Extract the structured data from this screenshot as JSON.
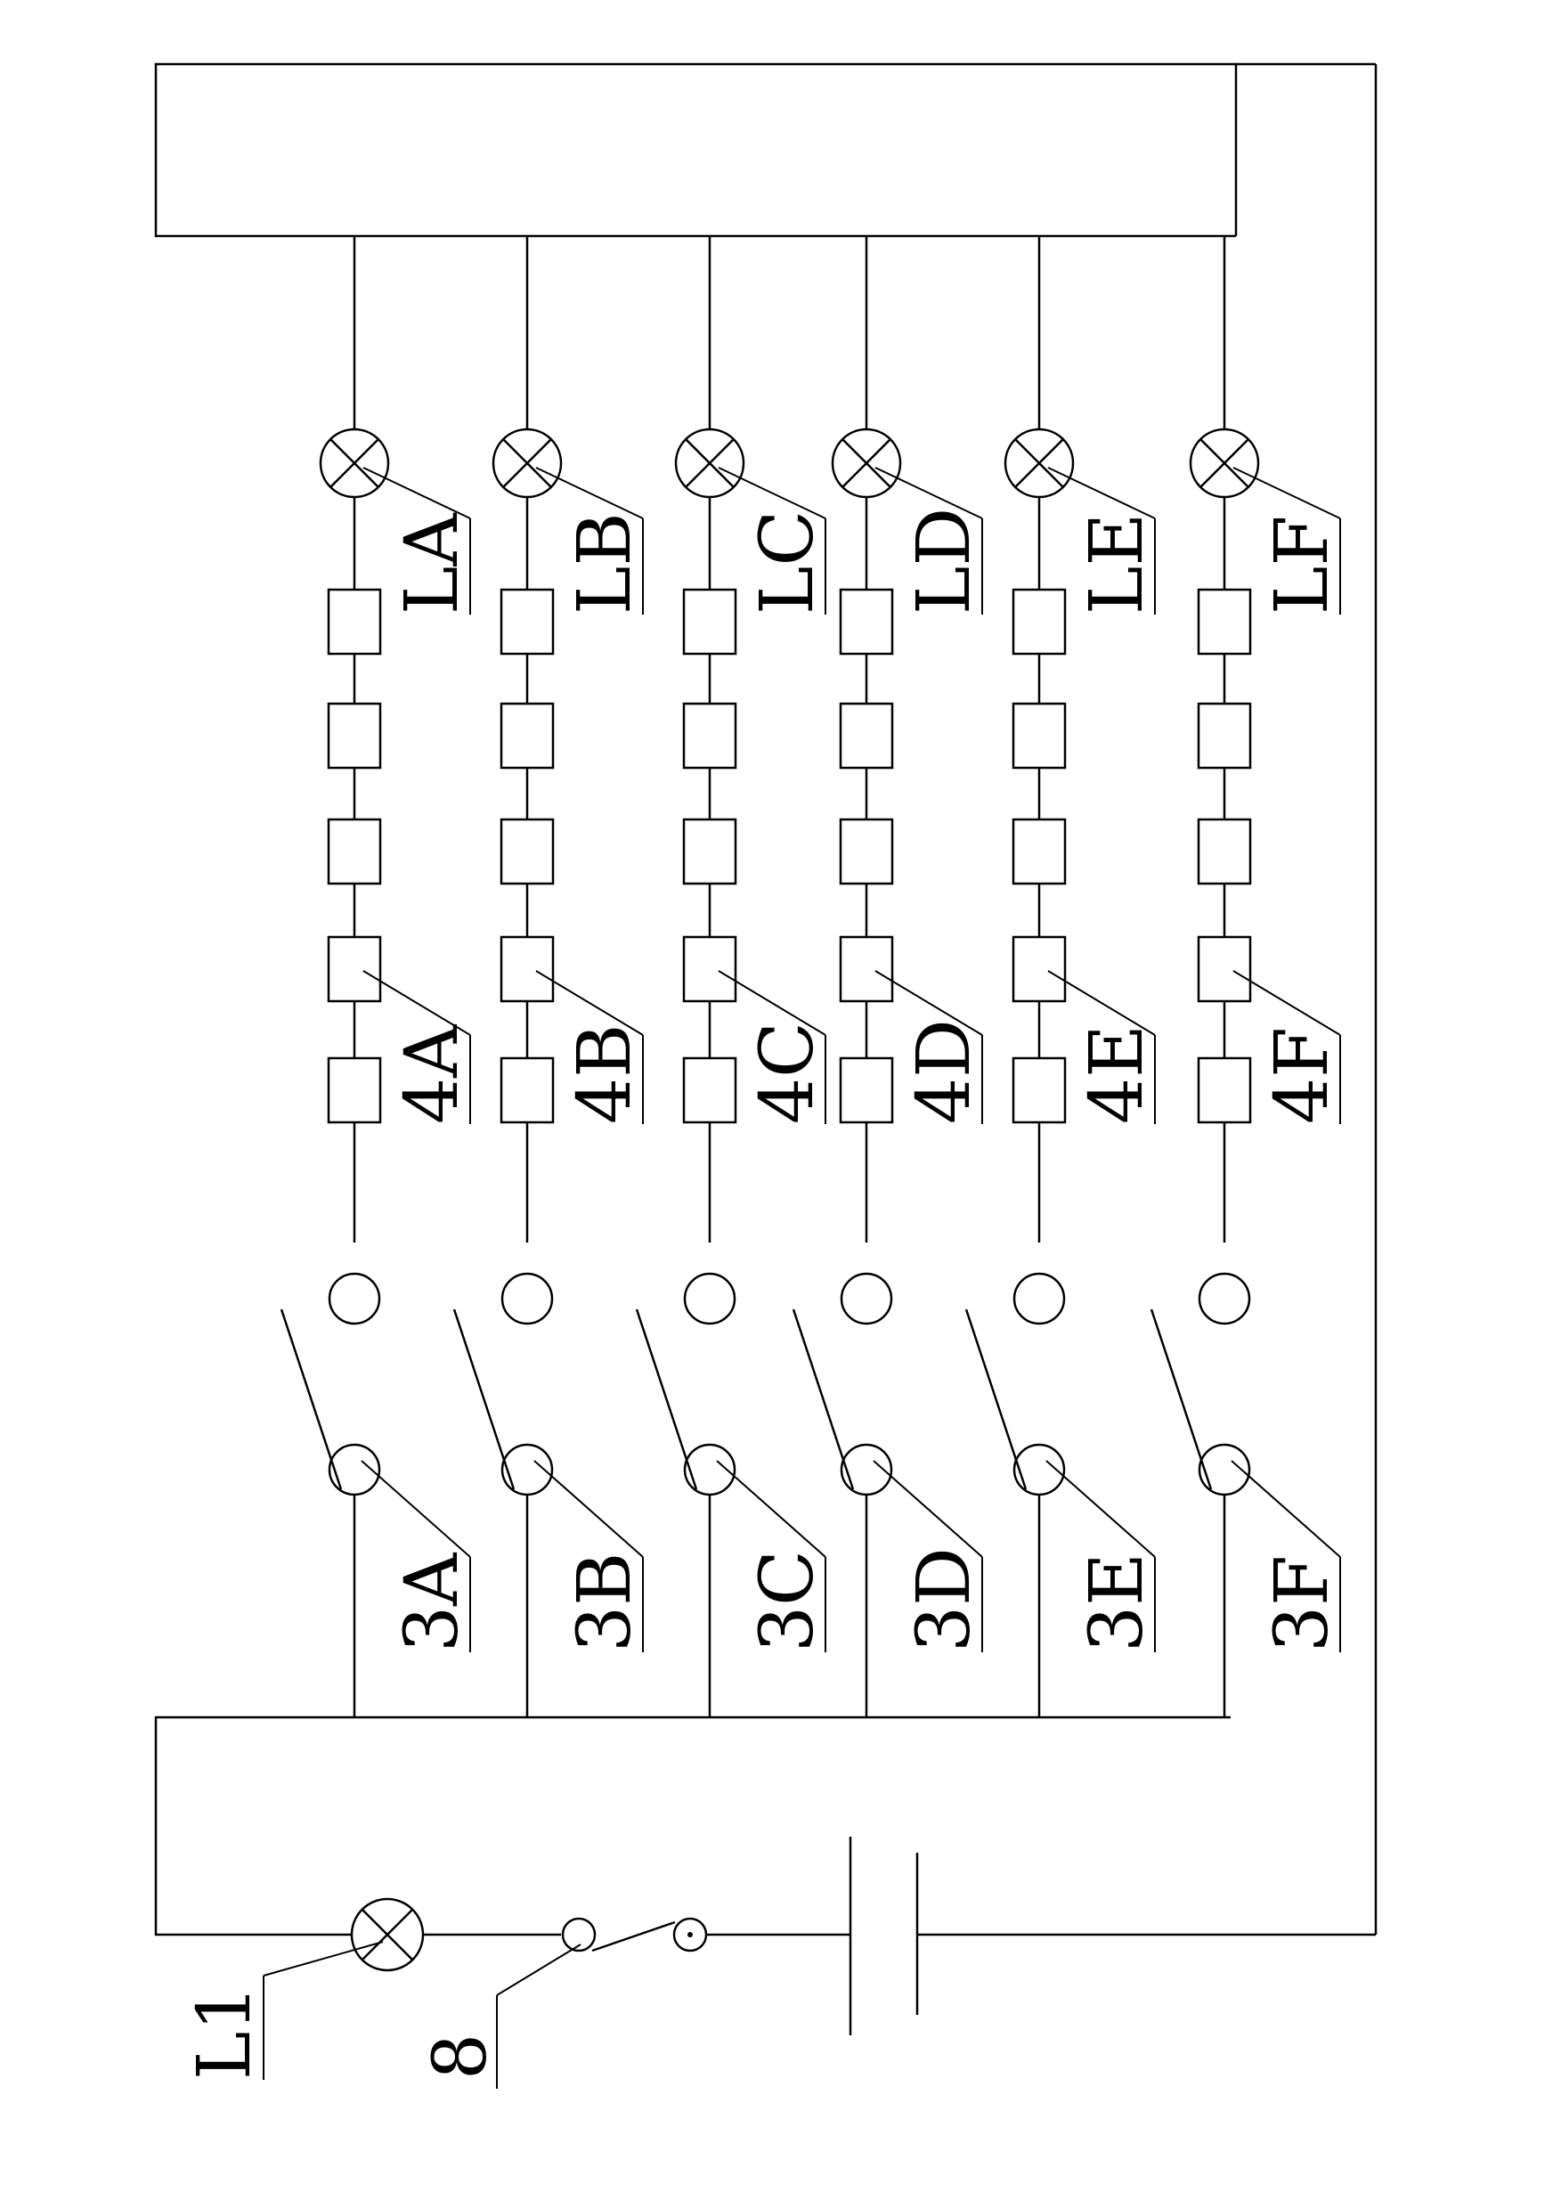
{
  "diagram": {
    "lamp_label": "L1",
    "switch_label": "8",
    "branches": [
      {
        "id": "A",
        "lamp": "LA",
        "contact": "4A",
        "switch": "3A"
      },
      {
        "id": "B",
        "lamp": "LB",
        "contact": "4B",
        "switch": "3B"
      },
      {
        "id": "C",
        "lamp": "LC",
        "contact": "4C",
        "switch": "3C"
      },
      {
        "id": "D",
        "lamp": "LD",
        "contact": "4D",
        "switch": "3D"
      },
      {
        "id": "E",
        "lamp": "LE",
        "contact": "4E",
        "switch": "3E"
      },
      {
        "id": "F",
        "lamp": "LF",
        "contact": "4F",
        "switch": "3F"
      }
    ]
  }
}
